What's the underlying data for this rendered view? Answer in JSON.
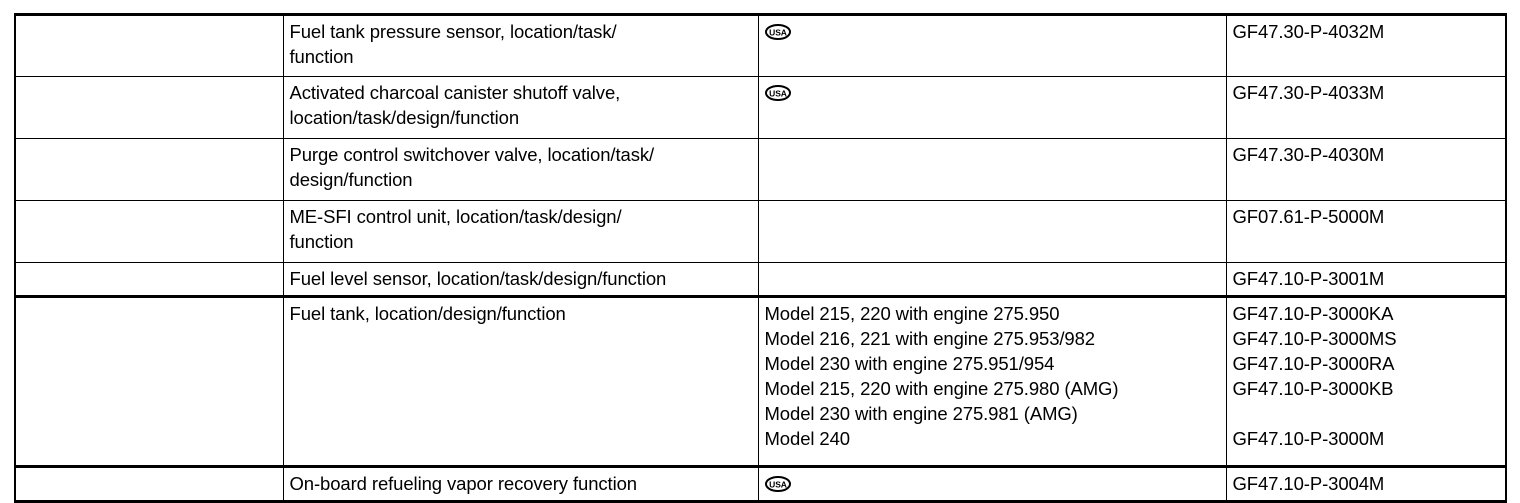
{
  "document": {
    "type": "service-reference-table",
    "column_count": 4,
    "columns": [
      {
        "key": "blank",
        "header": ""
      },
      {
        "key": "description",
        "header": ""
      },
      {
        "key": "applicability",
        "header": ""
      },
      {
        "key": "document_code",
        "header": ""
      }
    ]
  },
  "icons": {
    "usa_badge": "usa-oval-badge",
    "usa_badge_label": "USA"
  },
  "colors": {
    "ink": "#000000",
    "paper": "#ffffff",
    "rule": "#000000"
  },
  "rows": [
    {
      "id": "fuel-tank-pressure-sensor",
      "blank": "",
      "description": "Fuel tank pressure sensor, location/task/\nfunction",
      "applicability_badge": "USA",
      "applicability_lines": [],
      "code_lines": [
        "GF47.30-P-4032M"
      ],
      "thick_rule_above": false,
      "height_class": "row-tall"
    },
    {
      "id": "activated-charcoal-canister-shutoff-valve",
      "blank": "",
      "description": "Activated charcoal canister shutoff valve,\nlocation/task/design/function",
      "applicability_badge": "USA",
      "applicability_lines": [],
      "code_lines": [
        "GF47.30-P-4033M"
      ],
      "thick_rule_above": false,
      "height_class": "row-tall"
    },
    {
      "id": "purge-control-switchover-valve",
      "blank": "",
      "description": "Purge control switchover valve, location/task/\ndesign/function",
      "applicability_badge": "",
      "applicability_lines": [],
      "code_lines": [
        "GF47.30-P-4030M"
      ],
      "thick_rule_above": false,
      "height_class": "row-tall"
    },
    {
      "id": "me-sfi-control-unit",
      "blank": "",
      "description": "ME-SFI control unit, location/task/design/\nfunction",
      "applicability_badge": "",
      "applicability_lines": [],
      "code_lines": [
        "GF07.61-P-5000M"
      ],
      "thick_rule_above": false,
      "height_class": "row-tall"
    },
    {
      "id": "fuel-level-sensor",
      "blank": "",
      "description": "Fuel level sensor, location/task/design/function",
      "applicability_badge": "",
      "applicability_lines": [],
      "code_lines": [
        "GF47.10-P-3001M"
      ],
      "thick_rule_above": false,
      "height_class": "row-single"
    },
    {
      "id": "fuel-tank",
      "blank": "",
      "description": "Fuel tank, location/design/function",
      "applicability_badge": "",
      "applicability_lines": [
        "Model 215, 220 with engine 275.950",
        "Model 216, 221 with engine 275.953/982",
        "Model 230 with engine 275.951/954",
        "Model 215, 220 with engine 275.980 (AMG)",
        "Model 230 with engine 275.981 (AMG)",
        "Model 240"
      ],
      "code_lines": [
        "GF47.10-P-3000KA",
        "GF47.10-P-3000MS",
        "GF47.10-P-3000RA",
        "GF47.10-P-3000KB",
        "",
        "GF47.10-P-3000M"
      ],
      "thick_rule_above": true,
      "height_class": "row-huge"
    },
    {
      "id": "on-board-refueling-vapor-recovery",
      "blank": "",
      "description": "On-board refueling vapor recovery function",
      "applicability_badge": "USA",
      "applicability_lines": [],
      "code_lines": [
        "GF47.10-P-3004M"
      ],
      "thick_rule_above": true,
      "height_class": "row-single"
    }
  ]
}
